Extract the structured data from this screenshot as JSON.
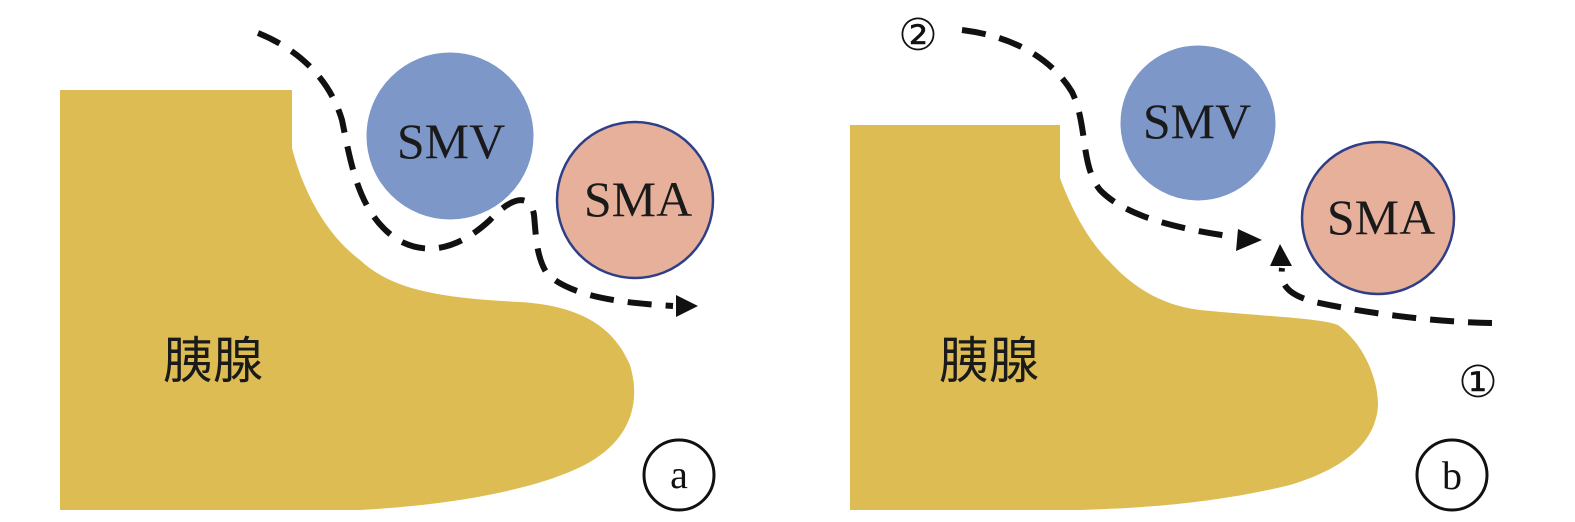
{
  "panels": {
    "a": {
      "organ_label": "胰腺",
      "smv_label": "SMV",
      "sma_label": "SMA",
      "panel_letter": "a"
    },
    "b": {
      "organ_label": "胰腺",
      "smv_label": "SMV",
      "sma_label": "SMA",
      "panel_letter": "b",
      "path_label_1": "①",
      "path_label_2": "②"
    }
  },
  "colors": {
    "pancreas": "#DDBD53",
    "smv_fill": "#7D97C9",
    "sma_fill": "#E6B09B",
    "sma_stroke": "#2E3F87",
    "dashed_path": "#111111"
  }
}
